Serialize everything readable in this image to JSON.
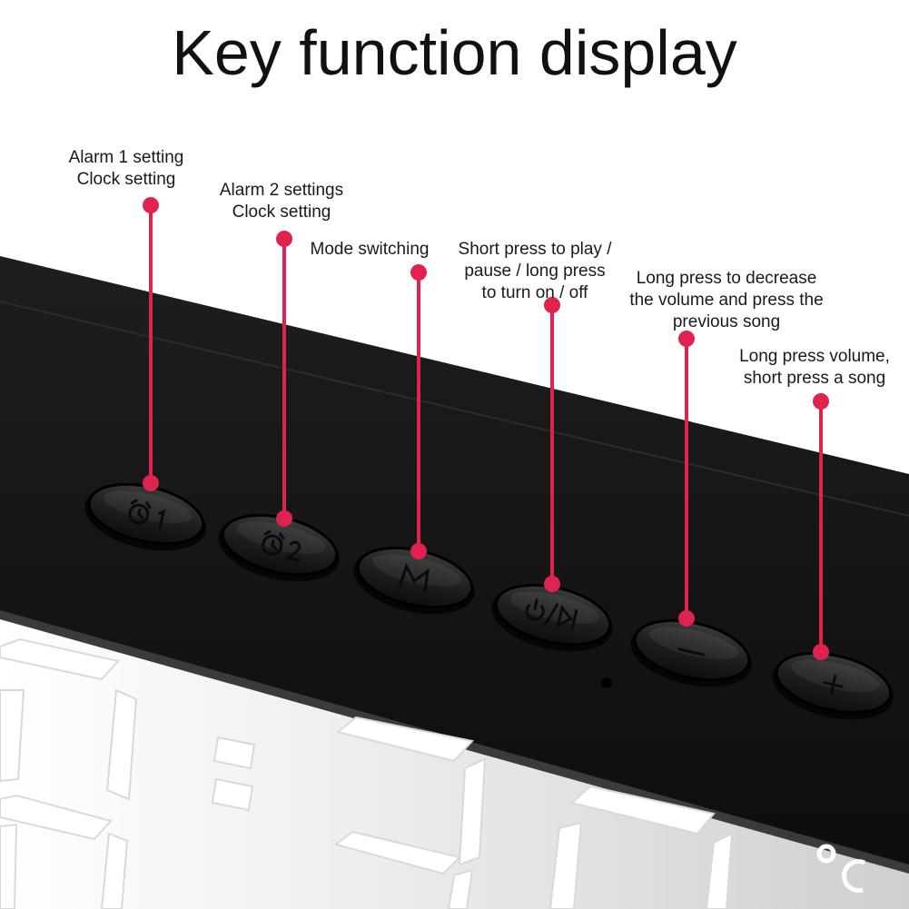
{
  "title": "Key function display",
  "accent_color": "#e0234e",
  "keys": [
    {
      "id": "alarm1",
      "icon": "alarm-1-icon",
      "lines": [
        "Alarm 1 setting",
        "Clock setting"
      ]
    },
    {
      "id": "alarm2",
      "icon": "alarm-2-icon",
      "lines": [
        "Alarm 2 settings",
        "Clock setting"
      ]
    },
    {
      "id": "mode",
      "icon": "mode-m-icon",
      "lines": [
        "Mode switching"
      ]
    },
    {
      "id": "play",
      "icon": "play-pause-power-icon",
      "lines": [
        "Short press to play /",
        "pause / long press",
        "to turn on / off"
      ]
    },
    {
      "id": "minus",
      "icon": "minus-icon",
      "lines": [
        "Long press to decrease",
        "the volume and press the",
        "previous song"
      ]
    },
    {
      "id": "plus",
      "icon": "plus-icon",
      "lines": [
        "Long press volume,",
        "short press a song"
      ]
    }
  ],
  "display": {
    "temperature_unit": "°C"
  }
}
